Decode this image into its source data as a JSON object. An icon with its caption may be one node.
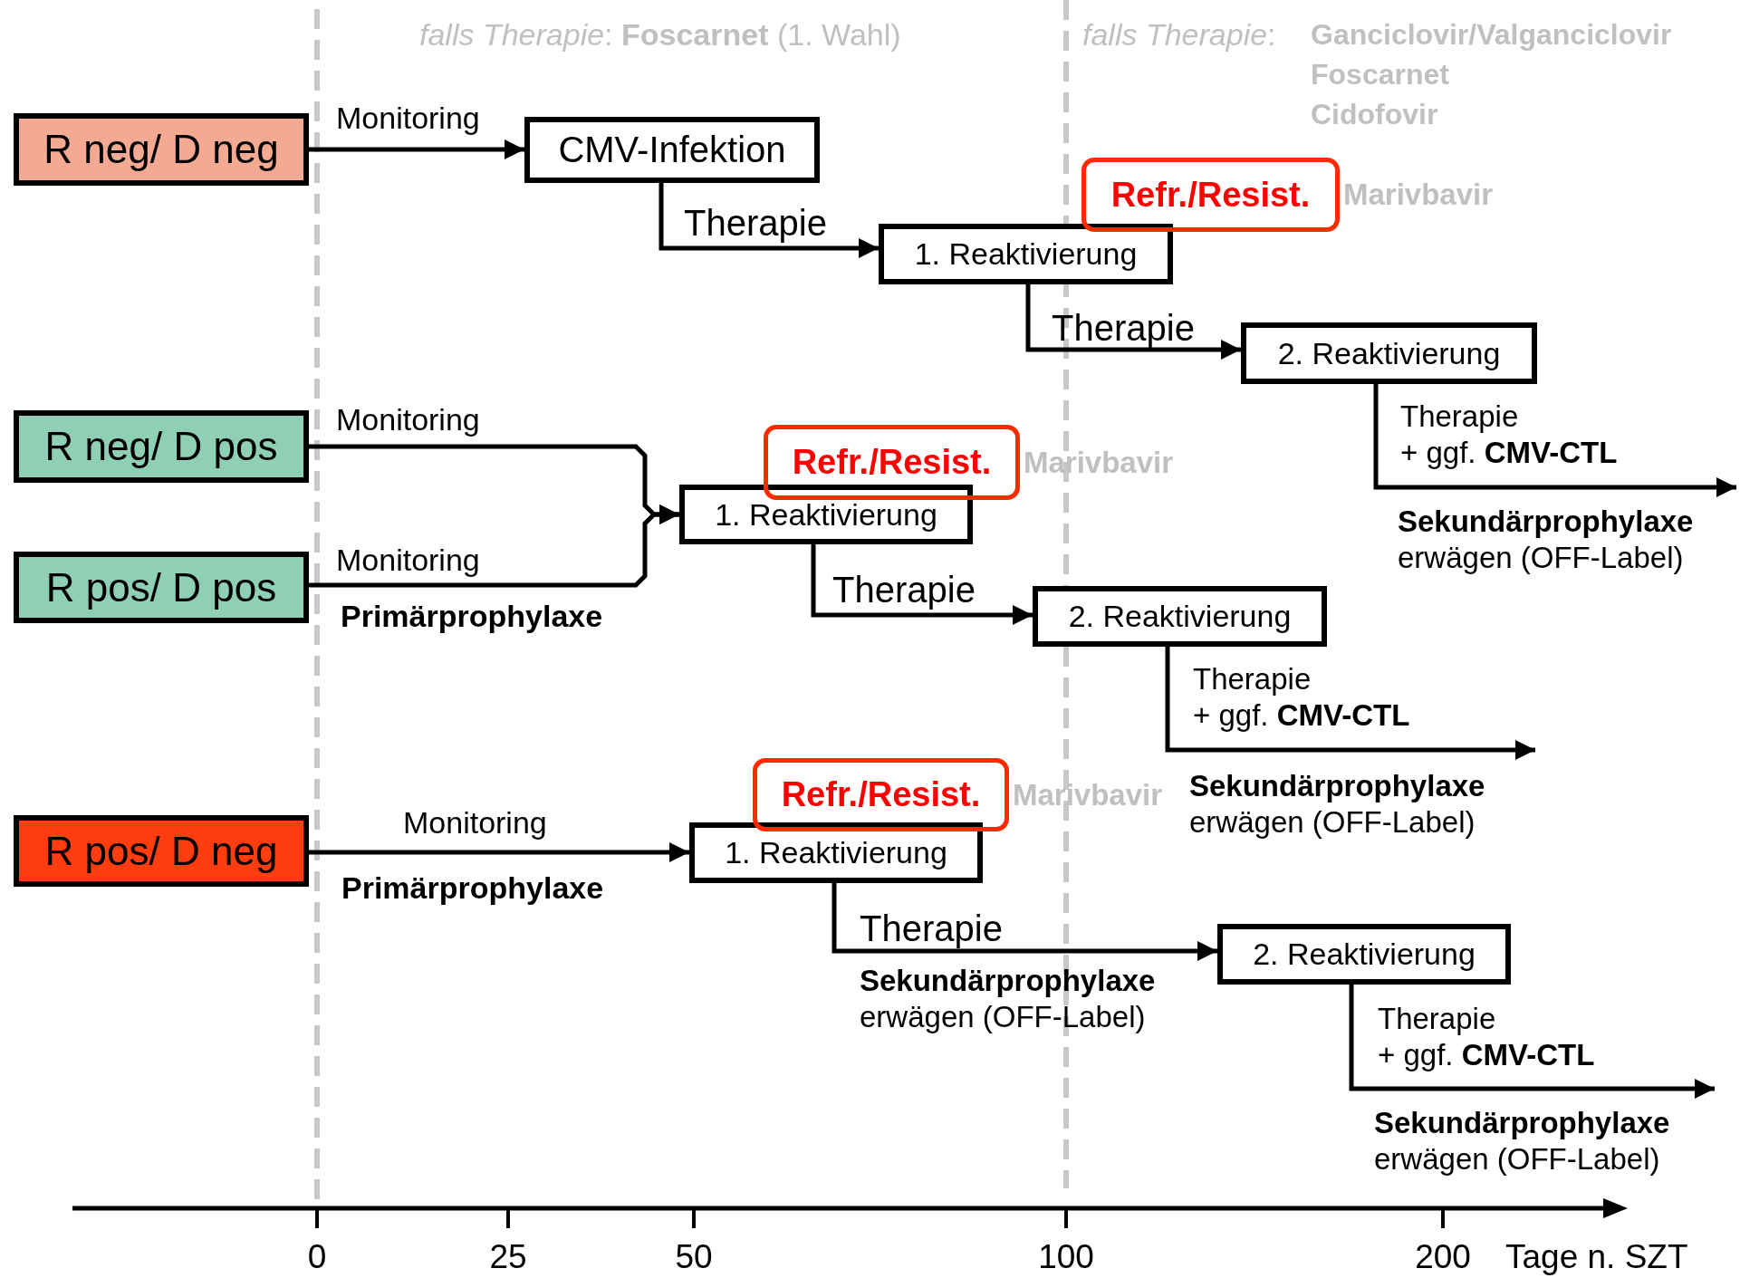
{
  "diagram": {
    "nodes": [
      {
        "text": [
          "R neg/ D neg"
        ]
      },
      {
        "text": [
          "CMV-Infektion"
        ]
      },
      {
        "text": [
          "1. Reaktivierung"
        ]
      },
      {
        "text": [
          "Refr./Resist."
        ],
        "beside": [
          "Marivbavir"
        ]
      },
      {
        "text": [
          "2. Reaktivierung"
        ]
      },
      {
        "text": [
          "R neg/ D pos"
        ]
      },
      {
        "text": [
          "R pos/ D pos"
        ]
      },
      {
        "text": [
          "Refr./Resist."
        ],
        "beside": [
          "Marivbavir"
        ]
      },
      {
        "text": [
          "1. Reaktivierung"
        ]
      },
      {
        "text": [
          "2. Reaktivierung"
        ]
      },
      {
        "text": [
          "R pos/ D neg"
        ]
      },
      {
        "text": [
          "Refr./Resist."
        ],
        "beside": [
          "Marivbavir"
        ]
      },
      {
        "text": [
          "1. Reaktivierung"
        ]
      },
      {
        "text": [
          "2. Reaktivierung"
        ]
      }
    ],
    "edges": [
      {
        "from": 0,
        "to": 1,
        "arrow": "to",
        "label": "Monitoring"
      },
      {
        "from": 1,
        "to": 2,
        "arrow": "to",
        "label": "Therapie"
      },
      {
        "from": 2,
        "to": 4,
        "arrow": "to",
        "label": "Therapie"
      },
      {
        "from": 4,
        "to": null,
        "arrow": "to",
        "label": "Therapie + ggf. **CMV-CTL**"
      },
      {
        "from": 5,
        "to": 8,
        "arrow": "to",
        "label": "Monitoring"
      },
      {
        "from": 6,
        "to": 8,
        "arrow": "to",
        "label": "Monitoring"
      },
      {
        "from": 8,
        "to": 9,
        "arrow": "to",
        "label": "Therapie"
      },
      {
        "from": 9,
        "to": null,
        "arrow": "to",
        "label": "Therapie + ggf. **CMV-CTL**"
      },
      {
        "from": 10,
        "to": 12,
        "arrow": "to",
        "label": "Monitoring"
      },
      {
        "from": 12,
        "to": 13,
        "arrow": "to",
        "label": "Therapie"
      },
      {
        "from": 13,
        "to": null,
        "arrow": "to",
        "label": "Therapie + ggf. **CMV-CTL**"
      }
    ],
    "labels": [
      "*falls Therapie*: **Foscarnet** (1. Wahl)",
      "*falls Therapie*:",
      "Ganciclovir/Valganciclovir",
      "Foscarnet",
      "Cidofovir",
      "**Sekundärprophylaxe** erwägen (OFF-Label)",
      "Primärprophylaxe",
      "**Sekundärprophylaxe** erwägen (OFF-Label)",
      "Primärprophylaxe",
      "**Sekundärprophylaxe** erwägen (OFF-Label)",
      "**Sekundärprophylaxe** erwägen (OFF-Label)",
      "0",
      "25",
      "50",
      "100",
      "200",
      "Tage n. SZT"
    ]
  }
}
